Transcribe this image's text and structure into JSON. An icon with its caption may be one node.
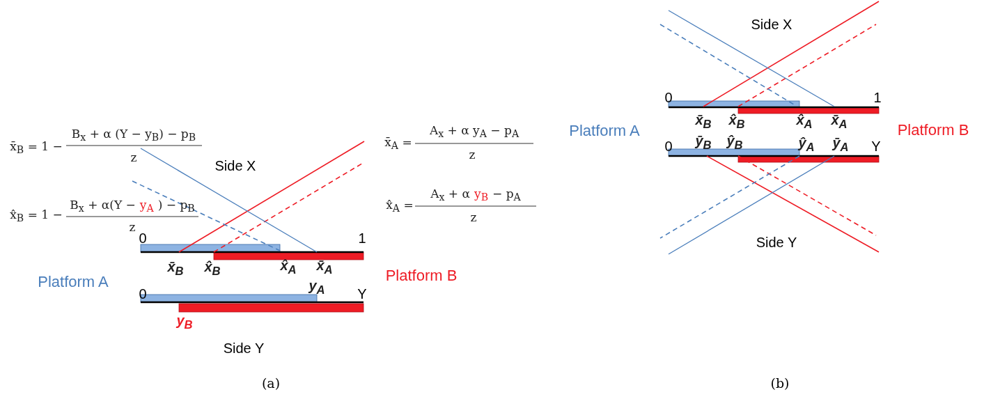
{
  "diagram": {
    "labels": [
      "x̄$_{B}$ = 1 −",
      "B$_{x}$ + α (Y − y$_{B}$) − p$_{B}$",
      "z",
      "Side X",
      "x̄$_{A}$ =",
      "A$_{x}$ + α y$_{A}$ − p$_{A}$",
      "z",
      "x̂$_{B}$ = 1 −",
      "B$_{x}$ + α(Y −",
      "y$_{A}$",
      ") − p$_{B}$",
      "z",
      "x̂$_{A}$ =",
      "A$_{x}$ + α",
      "y$_{B}$",
      "− p$_{A}$",
      "z",
      "0",
      "1",
      "x̄$_{B}$",
      "x̂$_{B}$",
      "x̂$_{A}$",
      "x̄$_{A}$",
      "Platform A",
      "Platform B",
      "0",
      "y$_{A}$",
      "Y",
      "y$_{B}$",
      "Side Y",
      "(a)",
      "Side X",
      "0",
      "1",
      "x̄$_{B}$",
      "x̂$_{B}$",
      "x̂$_{A}$",
      "x̄$_{A}$",
      "Platform A",
      "Platform B",
      "0",
      "ȳ$_{B}$",
      "ŷ$_{B}$",
      "ŷ$_{A}$",
      "ȳ$_{A}$",
      "Y",
      "Side Y",
      "(b)"
    ]
  }
}
